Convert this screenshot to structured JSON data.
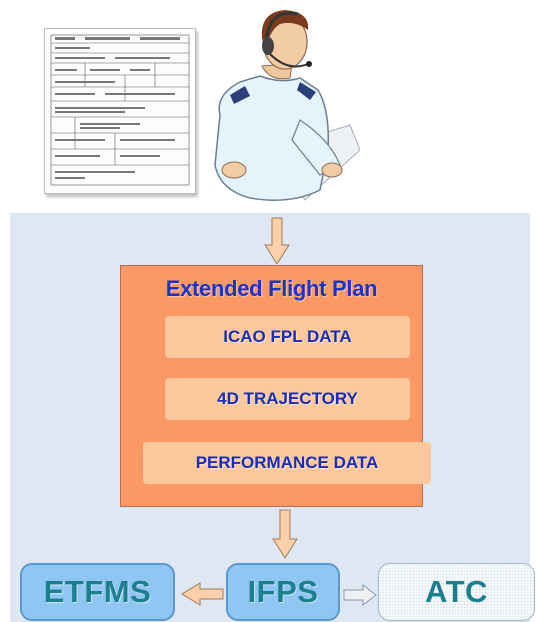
{
  "efp": {
    "title": "Extended Flight Plan",
    "items": [
      "ICAO FPL DATA",
      "4D TRAJECTORY",
      "PERFORMANCE DATA"
    ]
  },
  "nodes": {
    "etfms": "ETFMS",
    "ifps": "IFPS",
    "atc": "ATC"
  },
  "colors": {
    "panel_bg": "#dfe7f3",
    "efp_box": "#fb9966",
    "data_item": "#fdc99c",
    "title_text": "#1c33c8",
    "node_blue": "#8fc6f2",
    "node_text": "#1b7f8e",
    "arrow_fill": "#fcd0a8"
  },
  "icons": [
    "flight-plan-form-icon",
    "air-traffic-controller-icon"
  ]
}
